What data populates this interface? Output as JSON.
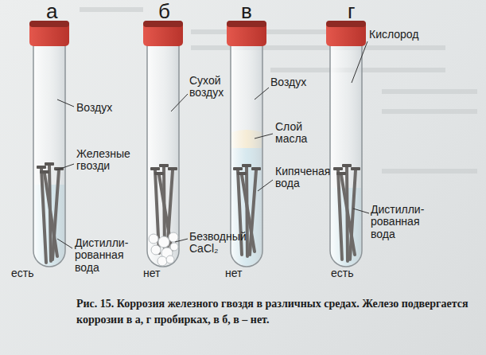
{
  "diagram": {
    "caption": "Рис. 15. Коррозия железного гвоздя в различных средах. Железо подвергается коррозии в а, г пробирках, в б, в – нет.",
    "labels": [
      "а",
      "б",
      "в",
      "г",
      "Воздух",
      "Железные гвозди",
      "Дистилли- рованная вода",
      "есть",
      "Сухой воздух",
      "Безводный CaCl₂",
      "нет",
      "Воздух",
      "Слой масла",
      "Кипяченая вода",
      "нет",
      "Кислород",
      "Дистилли- рованная вода",
      "есть"
    ]
  }
}
